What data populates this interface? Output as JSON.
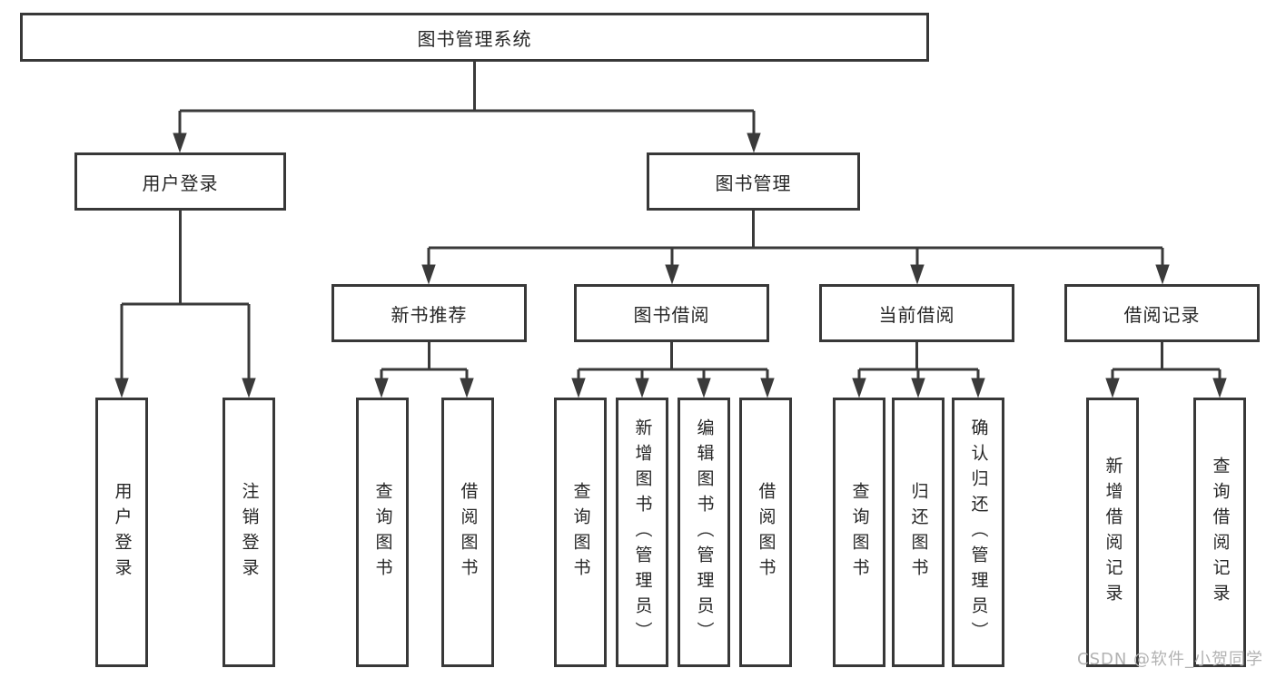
{
  "title": "图书管理系统",
  "watermark": "CSDN @软件_小贺同学",
  "colors": {
    "line": "#3a3a3a",
    "box_border": "#383838",
    "text": "#262626",
    "watermark": "#b2b2b2",
    "background": "#ffffff"
  },
  "nodes": {
    "root": {
      "label": "图书管理系统"
    },
    "level2": [
      {
        "label": "用户登录"
      },
      {
        "label": "图书管理"
      }
    ],
    "level3": [
      {
        "label": "新书推荐"
      },
      {
        "label": "图书借阅"
      },
      {
        "label": "当前借阅"
      },
      {
        "label": "借阅记录"
      }
    ],
    "leaves": {
      "user_login": [
        {
          "label": "用户登录"
        },
        {
          "label": "注销登录"
        }
      ],
      "new_books": [
        {
          "label": "查询图书"
        },
        {
          "label": "借阅图书"
        }
      ],
      "book_borrow": [
        {
          "label": "查询图书"
        },
        {
          "label": "新增图书（管理员）"
        },
        {
          "label": "编辑图书（管理员）"
        },
        {
          "label": "借阅图书"
        }
      ],
      "current_borrow": [
        {
          "label": "查询图书"
        },
        {
          "label": "归还图书"
        },
        {
          "label": "确认归还（管理员）"
        }
      ],
      "borrow_records": [
        {
          "label": "新增借阅记录"
        },
        {
          "label": "查询借阅记录"
        }
      ]
    }
  }
}
